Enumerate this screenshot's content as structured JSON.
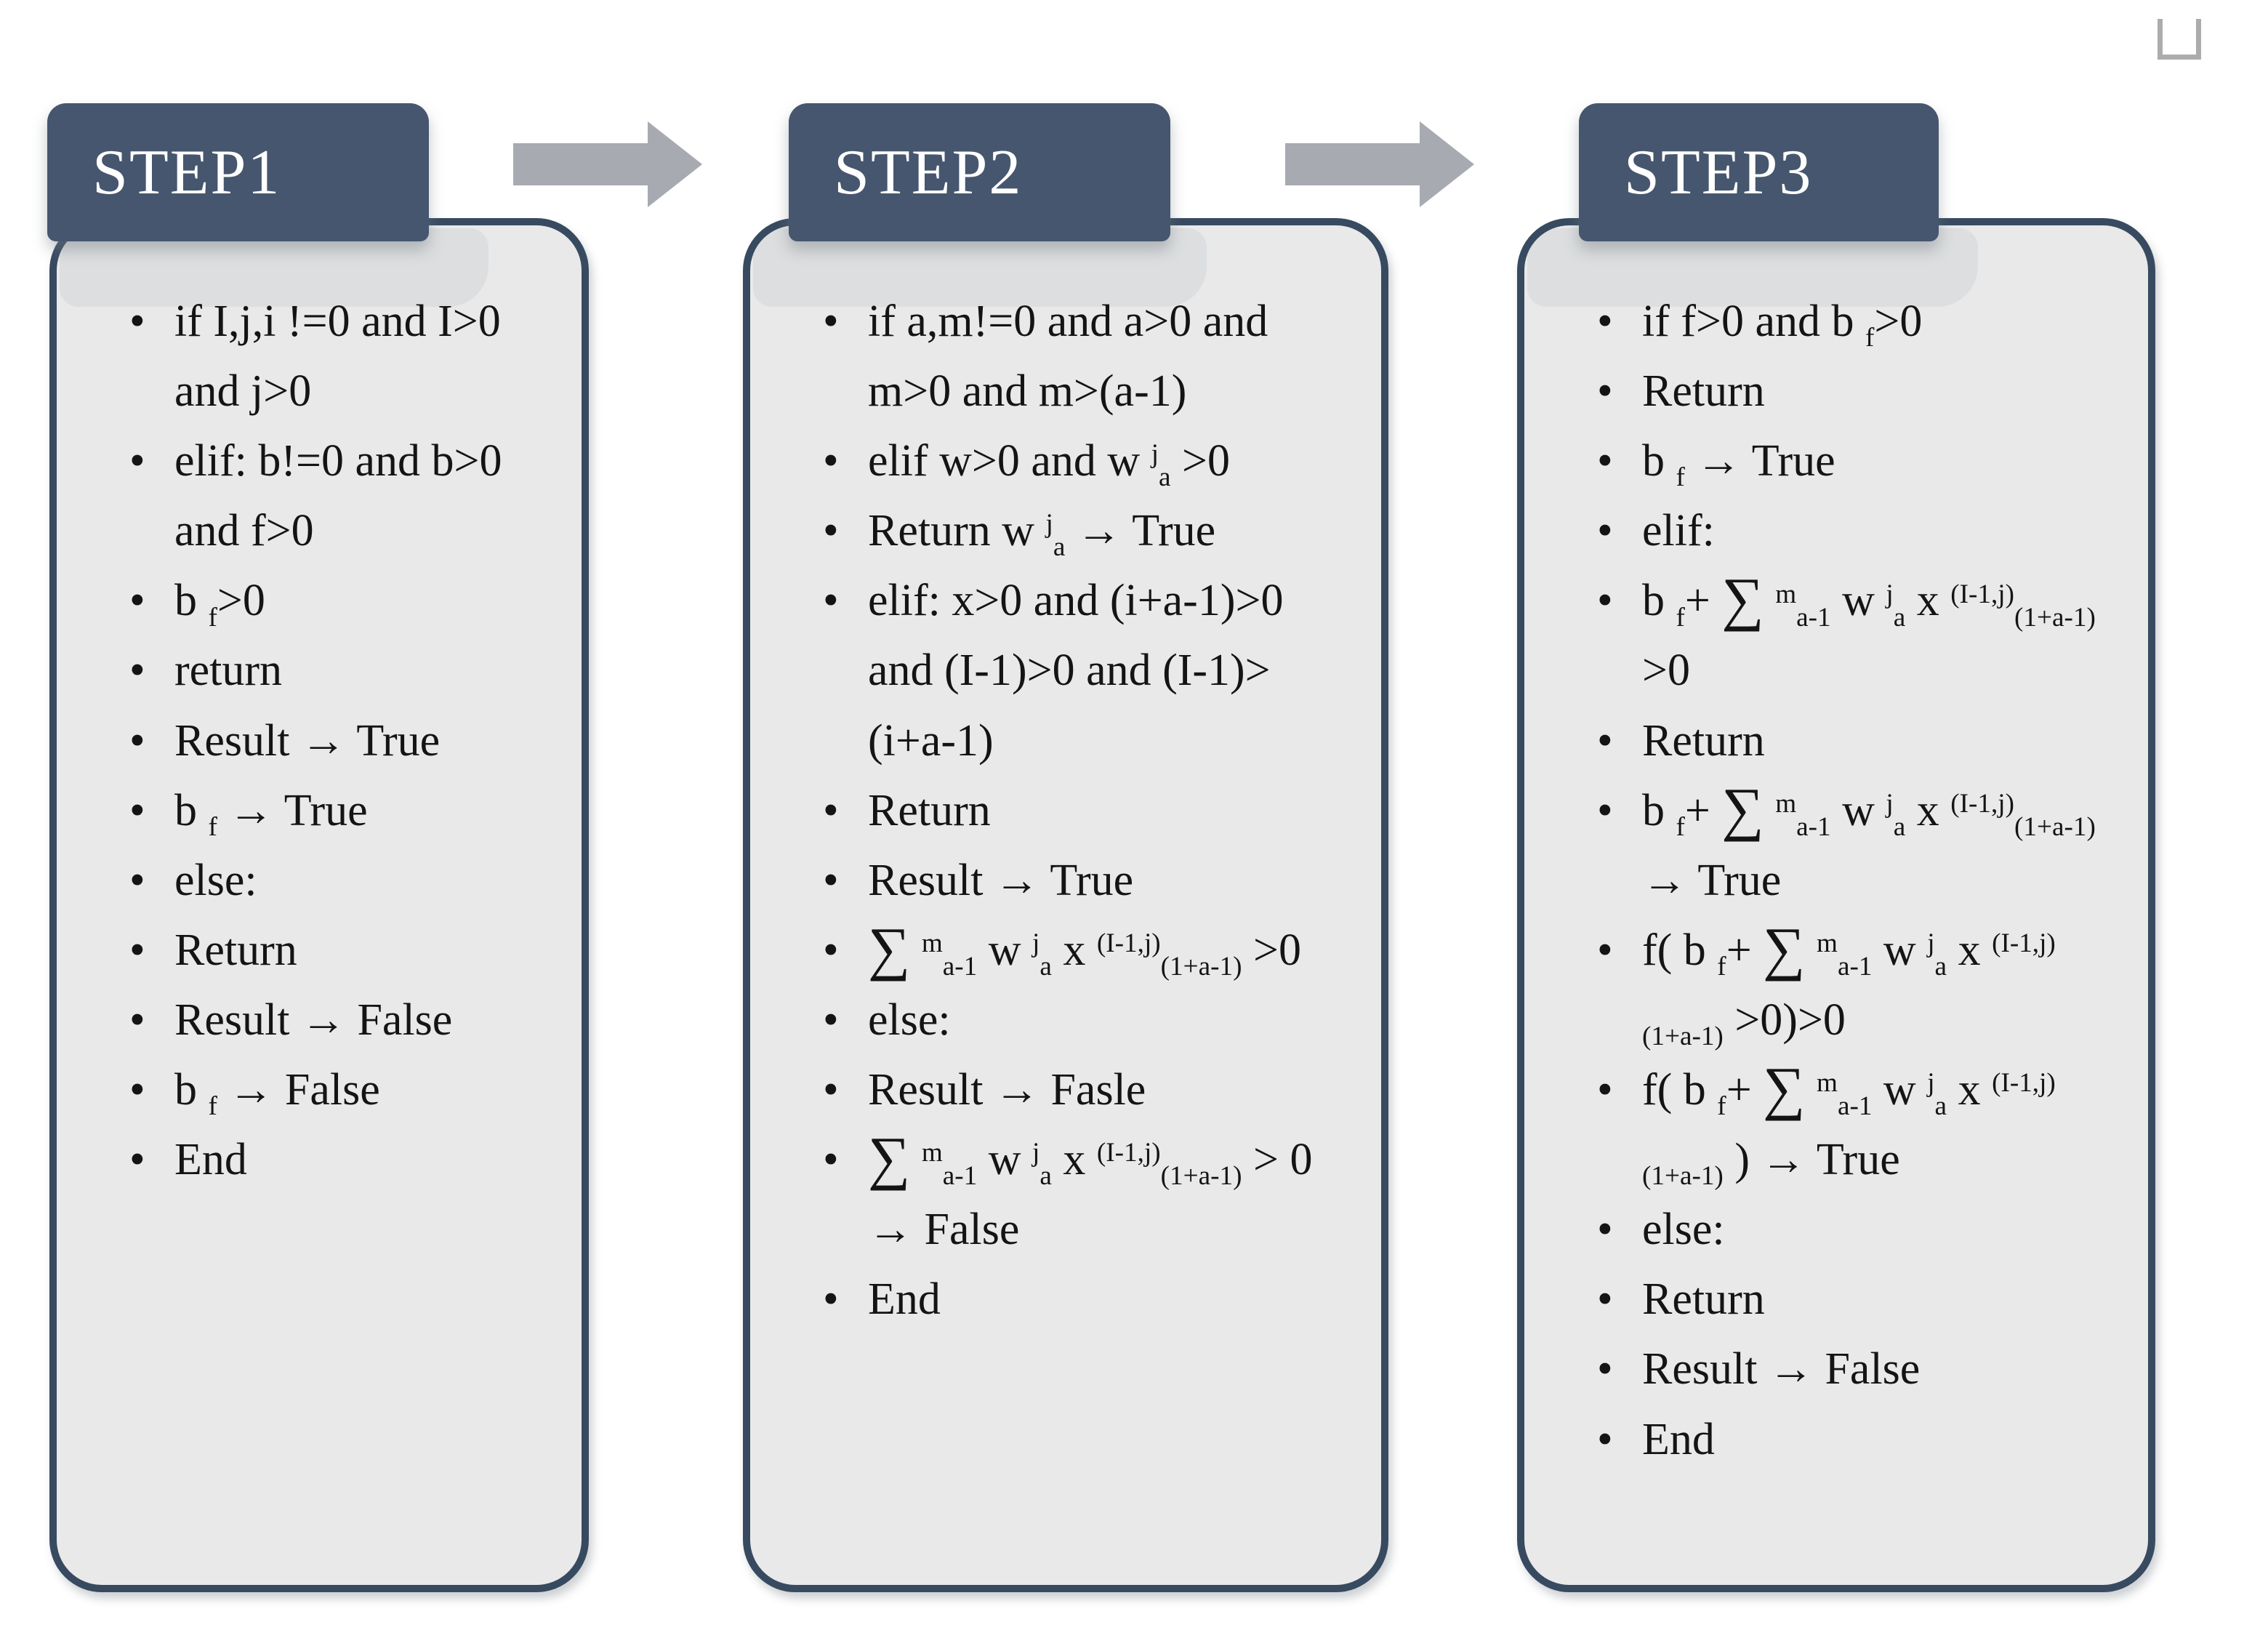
{
  "colors": {
    "header_bg": "#46566e",
    "card_border": "#374a60",
    "card_bg": "#e9e9ea",
    "tab_shadow": "#dcdedf",
    "arrow_fill": "#a7aab0",
    "header_text": "#ffffff",
    "body_text": "#141414",
    "corner_glyph": "#acacac"
  },
  "icons": {
    "arrow_between_steps": "right-block-arrow",
    "corner_mark": "open-square-bracket"
  },
  "steps": [
    {
      "title": "STEP1",
      "items": [
        "if I,j,i !=0 and I>0 and j>0",
        "elif: b!=0 and b>0 and f>0",
        "b _{f}>0",
        "return",
        "Result → True",
        "b _{f} → True",
        "else:",
        "Return",
        "Result → False",
        "b _{f} → False",
        "End"
      ]
    },
    {
      "title": "STEP2",
      "items": [
        "if a,m!=0 and a>0 and m>0 and m>(a-1)",
        "elif w>0 and w ^{j}_{a} >0",
        "Return w ^{j}_{a} → True",
        "elif: x>0 and (i+a-1)>0 and (I-1)>0 and (I-1)>(i+a-1)",
        "Return",
        "Result → True",
        "∑ ^{m}_{a-1} w ^{j}_{a} x ^{(I-1,j)}_{(1+a-1)} >0",
        "else:",
        "Result → Fasle",
        "∑ ^{m}_{a-1} w ^{j}_{a} x ^{(I-1,j)}_{(1+a-1)} > 0 → False",
        "End"
      ]
    },
    {
      "title": "STEP3",
      "items": [
        "if f>0 and b _{f}>0",
        "Return",
        "b _{f} → True",
        "elif:",
        "b _{f}+ ∑ ^{m}_{a-1} w ^{j}_{a} x ^{(I-1,j)}_{(1+a-1)} >0",
        "Return",
        "b _{f}+ ∑ ^{m}_{a-1} w ^{j}_{a} x ^{(I-1,j)}_{(1+a-1)} → True",
        "f( b _{f}+ ∑ ^{m}_{a-1} w ^{j}_{a} x ^{(I-1,j)}_{(1+a-1)} >0)>0",
        "f( b _{f}+ ∑ ^{m}_{a-1} w ^{j}_{a} x ^{(I-1,j)}_{(1+a-1)} ) → True",
        "else:",
        "Return",
        "Result → False",
        "End"
      ]
    }
  ]
}
